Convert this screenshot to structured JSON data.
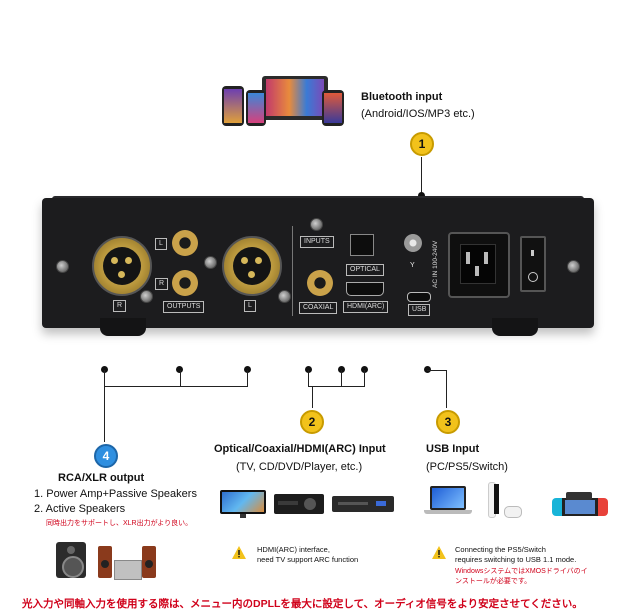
{
  "bluetooth": {
    "title": "Bluetooth input",
    "subtitle": "(Android/IOS/MP3 etc.)",
    "step": "1"
  },
  "device": {
    "label_inputs": "INPUTS",
    "label_outputs": "OUTPUTS",
    "label_optical": "OPTICAL",
    "label_coaxial": "COAXIAL",
    "label_hdmi": "HDMI(ARC)",
    "label_usb": "USB",
    "label_ac": "AC IN 100-240V",
    "label_l1": "L",
    "label_r1": "R",
    "label_r2": "R",
    "label_l2": "L",
    "label_r_xlr": "R",
    "label_l_xlr": "L",
    "label_y": "Y"
  },
  "section_optical": {
    "step": "2",
    "title": "Optical/Coaxial/HDMI(ARC) Input",
    "subtitle": "(TV, CD/DVD/Player, etc.)",
    "note_line1": "HDMI(ARC) interface,",
    "note_line2": "need TV support ARC function"
  },
  "section_usb": {
    "step": "3",
    "title": "USB Input",
    "subtitle": "(PC/PS5/Switch)",
    "note_line1": "Connecting the PS5/Switch",
    "note_line2": "requires switching to USB 1.1 mode.",
    "note_jp_line1": "WindowsシステムではXMOSドライバのイ",
    "note_jp_line2": "ンストールが必要です。"
  },
  "section_rca": {
    "step": "4",
    "title": "RCA/XLR output",
    "item1": "1. Power Amp+Passive Speakers",
    "item2": "2. Active Speakers",
    "note_jp": "同時出力をサポートし、XLR出力がより良い。"
  },
  "footer": {
    "text": "光入力や同軸入力を使用する際は、メニュー内のDPLLを最大に設定して、オーディオ信号をより安定させてください。"
  },
  "colors": {
    "accent_yellow": "#f2c21b",
    "accent_blue": "#2f8fe0",
    "footer_red": "#d0021b"
  }
}
